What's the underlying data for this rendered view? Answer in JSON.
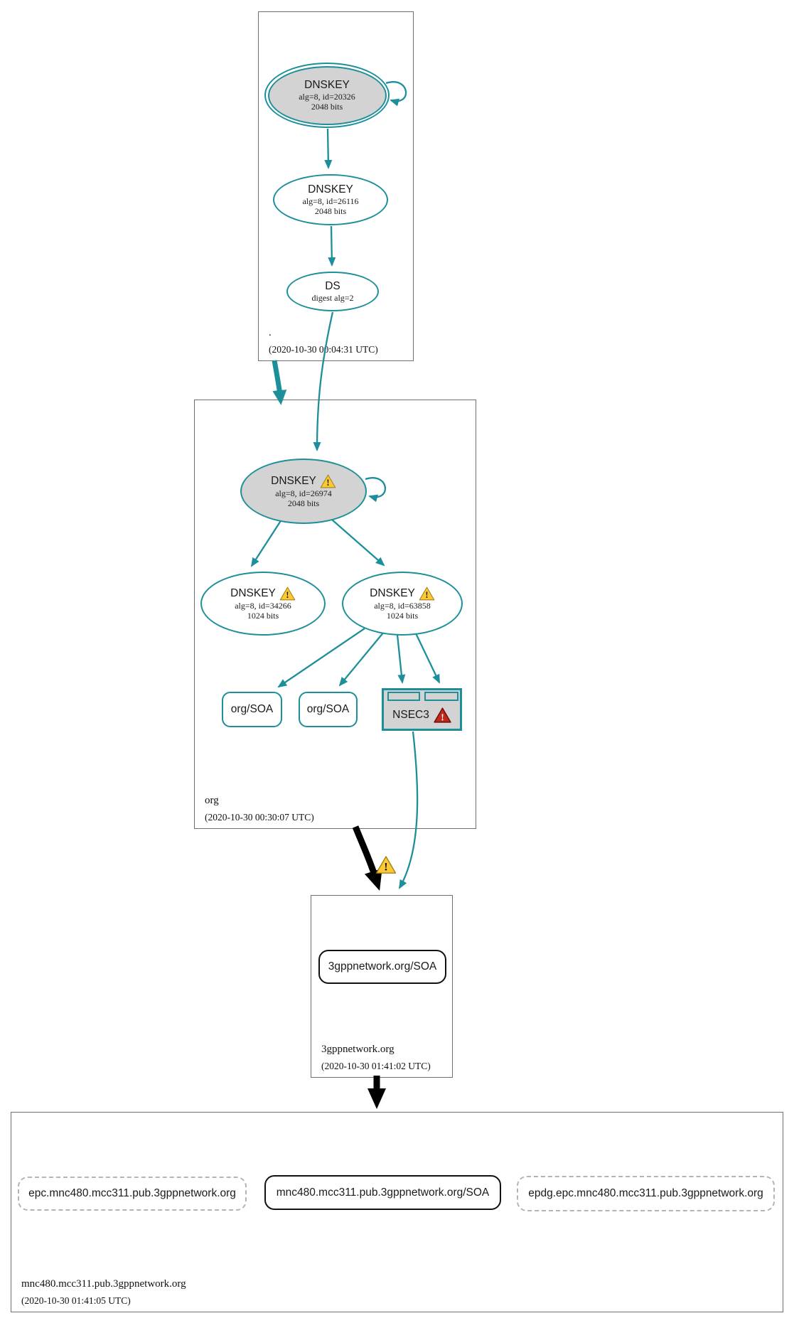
{
  "colors": {
    "secure": "#1d8f9a",
    "node_fill": "#d3d3d3",
    "warning": "#fcc934",
    "error": "#c1281c",
    "link": "#000000"
  },
  "icons": {
    "warning": "warning-triangle-icon",
    "error": "error-triangle-icon"
  },
  "zones": {
    "root": {
      "name": ".",
      "timestamp": "(2020-10-30 00:04:31 UTC)",
      "ksk": {
        "title": "DNSKEY",
        "detail1": "alg=8, id=20326",
        "detail2": "2048 bits"
      },
      "zsk": {
        "title": "DNSKEY",
        "detail1": "alg=8, id=26116",
        "detail2": "2048 bits"
      },
      "ds": {
        "title": "DS",
        "detail1": "digest alg=2"
      }
    },
    "org": {
      "name": "org",
      "timestamp": "(2020-10-30 00:30:07 UTC)",
      "ksk": {
        "title": "DNSKEY",
        "detail1": "alg=8, id=26974",
        "detail2": "2048 bits"
      },
      "zsk1": {
        "title": "DNSKEY",
        "detail1": "alg=8, id=34266",
        "detail2": "1024 bits"
      },
      "zsk2": {
        "title": "DNSKEY",
        "detail1": "alg=8, id=63858",
        "detail2": "1024 bits"
      },
      "soa1": {
        "label": "org/SOA"
      },
      "soa2": {
        "label": "org/SOA"
      },
      "nsec3": {
        "label": "NSEC3"
      }
    },
    "gppnetwork_org": {
      "name": "3gppnetwork.org",
      "timestamp": "(2020-10-30 01:41:02 UTC)",
      "soa": {
        "label": "3gppnetwork.org/SOA"
      }
    },
    "mnc480": {
      "name": "mnc480.mcc311.pub.3gppnetwork.org",
      "timestamp": "(2020-10-30 01:41:05 UTC)",
      "epc": {
        "label": "epc.mnc480.mcc311.pub.3gppnetwork.org"
      },
      "soa": {
        "label": "mnc480.mcc311.pub.3gppnetwork.org/SOA"
      },
      "epdg": {
        "label": "epdg.epc.mnc480.mcc311.pub.3gppnetwork.org"
      }
    }
  }
}
